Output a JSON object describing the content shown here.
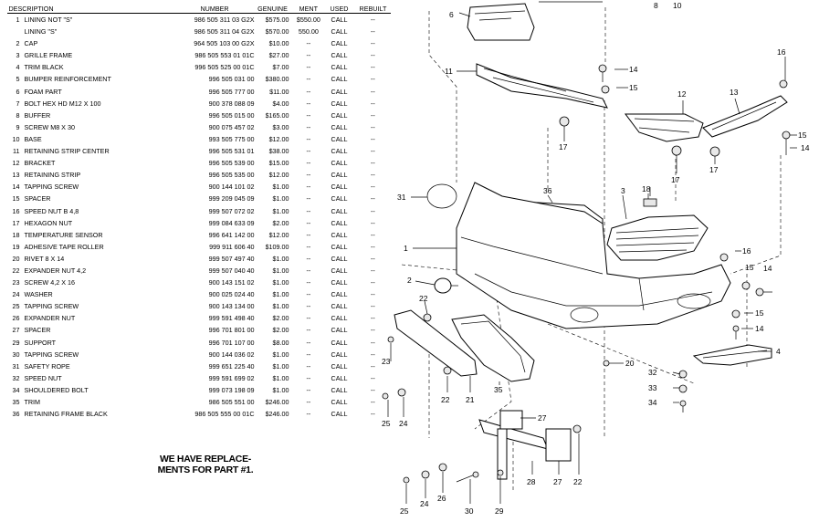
{
  "table": {
    "headers": [
      "DESCRIPTION",
      "NUMBER",
      "GENUINE",
      "MENT",
      "USED",
      "REBUILT"
    ],
    "rows": [
      {
        "no": "1",
        "desc": "LINING NOT \"S\"",
        "number": "986 505 311 03 G2X",
        "genuine": "$575.00",
        "ment": "$550.00",
        "used": "CALL",
        "rebuilt": "--"
      },
      {
        "no": "",
        "desc": "LINING \"S\"",
        "number": "986 505 311 04 G2X",
        "genuine": "$570.00",
        "ment": "550.00",
        "used": "CALL",
        "rebuilt": "--"
      },
      {
        "no": "2",
        "desc": "CAP",
        "number": "964 505 103 00 G2X",
        "genuine": "$10.00",
        "ment": "--",
        "used": "CALL",
        "rebuilt": "--"
      },
      {
        "no": "3",
        "desc": "GRILLE FRAME",
        "number": "986 505 553 01 01C",
        "genuine": "$27.00",
        "ment": "--",
        "used": "CALL",
        "rebuilt": "--"
      },
      {
        "no": "4",
        "desc": "TRIM BLACK",
        "number": "996 505 525 00 01C",
        "genuine": "$7.00",
        "ment": "--",
        "used": "CALL",
        "rebuilt": "--"
      },
      {
        "no": "5",
        "desc": "BUMPER REINFORCEMENT",
        "number": "996 505 031 00",
        "genuine": "$380.00",
        "ment": "--",
        "used": "CALL",
        "rebuilt": "--"
      },
      {
        "no": "6",
        "desc": "FOAM PART",
        "number": "996 505 777 00",
        "genuine": "$11.00",
        "ment": "--",
        "used": "CALL",
        "rebuilt": "--"
      },
      {
        "no": "7",
        "desc": "BOLT HEX HD M12 X 100",
        "number": "900 378 088 09",
        "genuine": "$4.00",
        "ment": "--",
        "used": "CALL",
        "rebuilt": "--"
      },
      {
        "no": "8",
        "desc": "BUFFER",
        "number": "996 505 015 00",
        "genuine": "$165.00",
        "ment": "--",
        "used": "CALL",
        "rebuilt": "--"
      },
      {
        "no": "9",
        "desc": "SCREW M8 X 30",
        "number": "900 075 457 02",
        "genuine": "$3.00",
        "ment": "--",
        "used": "CALL",
        "rebuilt": "--"
      },
      {
        "no": "10",
        "desc": "BASE",
        "number": "993 505 775 00",
        "genuine": "$12.00",
        "ment": "--",
        "used": "CALL",
        "rebuilt": "--"
      },
      {
        "no": "11",
        "desc": "RETAINING STRIP CENTER",
        "number": "996 505 531 01",
        "genuine": "$38.00",
        "ment": "--",
        "used": "CALL",
        "rebuilt": "--"
      },
      {
        "no": "12",
        "desc": "BRACKET",
        "number": "996 505 539 00",
        "genuine": "$15.00",
        "ment": "--",
        "used": "CALL",
        "rebuilt": "--"
      },
      {
        "no": "13",
        "desc": "RETAINING STRIP",
        "number": "996 505 535 00",
        "genuine": "$12.00",
        "ment": "--",
        "used": "CALL",
        "rebuilt": "--"
      },
      {
        "no": "14",
        "desc": "TAPPING SCREW",
        "number": "900 144 101 02",
        "genuine": "$1.00",
        "ment": "--",
        "used": "CALL",
        "rebuilt": "--"
      },
      {
        "no": "15",
        "desc": "SPACER",
        "number": "999 209 045 09",
        "genuine": "$1.00",
        "ment": "--",
        "used": "CALL",
        "rebuilt": "--"
      },
      {
        "no": "16",
        "desc": "SPEED NUT B 4,8",
        "number": "999 507 072 02",
        "genuine": "$1.00",
        "ment": "--",
        "used": "CALL",
        "rebuilt": "--"
      },
      {
        "no": "17",
        "desc": "HEXAGON NUT",
        "number": "999 084 633 09",
        "genuine": "$2.00",
        "ment": "--",
        "used": "CALL",
        "rebuilt": "--"
      },
      {
        "no": "18",
        "desc": "TEMPERATURE SENSOR",
        "number": "996 641 142 00",
        "genuine": "$12.00",
        "ment": "--",
        "used": "CALL",
        "rebuilt": "--"
      },
      {
        "no": "19",
        "desc": "ADHESIVE TAPE ROLLER",
        "number": "999 911 606 40",
        "genuine": "$109.00",
        "ment": "--",
        "used": "CALL",
        "rebuilt": "--"
      },
      {
        "no": "20",
        "desc": "RIVET 8 X 14",
        "number": "999 507 497 40",
        "genuine": "$1.00",
        "ment": "--",
        "used": "CALL",
        "rebuilt": "--"
      },
      {
        "no": "22",
        "desc": "EXPANDER NUT 4,2",
        "number": "999 507 040 40",
        "genuine": "$1.00",
        "ment": "--",
        "used": "CALL",
        "rebuilt": "--"
      },
      {
        "no": "23",
        "desc": "SCREW 4,2 X 16",
        "number": "900 143 151 02",
        "genuine": "$1.00",
        "ment": "--",
        "used": "CALL",
        "rebuilt": "--"
      },
      {
        "no": "24",
        "desc": "WASHER",
        "number": "900 025 024 40",
        "genuine": "$1.00",
        "ment": "--",
        "used": "CALL",
        "rebuilt": "--"
      },
      {
        "no": "25",
        "desc": "TAPPING SCREW",
        "number": "900 143 134 00",
        "genuine": "$1.00",
        "ment": "--",
        "used": "CALL",
        "rebuilt": "--"
      },
      {
        "no": "26",
        "desc": "EXPANDER NUT",
        "number": "999 591 498 40",
        "genuine": "$2.00",
        "ment": "--",
        "used": "CALL",
        "rebuilt": "--"
      },
      {
        "no": "27",
        "desc": "SPACER",
        "number": "996 701 801 00",
        "genuine": "$2.00",
        "ment": "--",
        "used": "CALL",
        "rebuilt": "--"
      },
      {
        "no": "29",
        "desc": "SUPPORT",
        "number": "996 701 107 00",
        "genuine": "$8.00",
        "ment": "--",
        "used": "CALL",
        "rebuilt": "--"
      },
      {
        "no": "30",
        "desc": "TAPPING SCREW",
        "number": "900 144 036 02",
        "genuine": "$1.00",
        "ment": "--",
        "used": "CALL",
        "rebuilt": "--"
      },
      {
        "no": "31",
        "desc": "SAFETY ROPE",
        "number": "999 651 225 40",
        "genuine": "$1.00",
        "ment": "--",
        "used": "CALL",
        "rebuilt": "--"
      },
      {
        "no": "32",
        "desc": "SPEED NUT",
        "number": "999 591 699 02",
        "genuine": "$1.00",
        "ment": "--",
        "used": "CALL",
        "rebuilt": "--"
      },
      {
        "no": "34",
        "desc": "SHOULDERED BOLT",
        "number": "999 073 198 09",
        "genuine": "$1.00",
        "ment": "--",
        "used": "CALL",
        "rebuilt": "--"
      },
      {
        "no": "35",
        "desc": "TRIM",
        "number": "986 505 551 00",
        "genuine": "$246.00",
        "ment": "--",
        "used": "CALL",
        "rebuilt": "--"
      },
      {
        "no": "36",
        "desc": "RETAINING FRAME BLACK",
        "number": "986 505 555 00 01C",
        "genuine": "$246.00",
        "ment": "--",
        "used": "CALL",
        "rebuilt": "--"
      }
    ]
  },
  "notice": {
    "line1": "WE HAVE REPLACE-",
    "line2": "MENTS FOR PART #1."
  },
  "diagram": {
    "callouts": [
      {
        "id": "6",
        "text": "6"
      },
      {
        "id": "8",
        "text": "8"
      },
      {
        "id": "10",
        "text": "10"
      },
      {
        "id": "11",
        "text": "11"
      },
      {
        "id": "14a",
        "text": "14"
      },
      {
        "id": "15a",
        "text": "15"
      },
      {
        "id": "12",
        "text": "12"
      },
      {
        "id": "13",
        "text": "13"
      },
      {
        "id": "16a",
        "text": "16"
      },
      {
        "id": "15b",
        "text": "15"
      },
      {
        "id": "14b",
        "text": "14"
      },
      {
        "id": "17a",
        "text": "17"
      },
      {
        "id": "17b",
        "text": "17"
      },
      {
        "id": "17c",
        "text": "17"
      },
      {
        "id": "31",
        "text": "31"
      },
      {
        "id": "36",
        "text": "36"
      },
      {
        "id": "3",
        "text": "3"
      },
      {
        "id": "18",
        "text": "18"
      },
      {
        "id": "1",
        "text": "1"
      },
      {
        "id": "16b",
        "text": "16"
      },
      {
        "id": "15c",
        "text": "15"
      },
      {
        "id": "14c",
        "text": "14"
      },
      {
        "id": "2",
        "text": "2"
      },
      {
        "id": "22a",
        "text": "22"
      },
      {
        "id": "15d",
        "text": "15"
      },
      {
        "id": "14d",
        "text": "14"
      },
      {
        "id": "4",
        "text": "4"
      },
      {
        "id": "23",
        "text": "23"
      },
      {
        "id": "20",
        "text": "20"
      },
      {
        "id": "22b",
        "text": "22"
      },
      {
        "id": "21",
        "text": "21"
      },
      {
        "id": "35",
        "text": "35"
      },
      {
        "id": "32",
        "text": "32"
      },
      {
        "id": "33",
        "text": "33"
      },
      {
        "id": "34",
        "text": "34"
      },
      {
        "id": "25a",
        "text": "25"
      },
      {
        "id": "24a",
        "text": "24"
      },
      {
        "id": "27a",
        "text": "27"
      },
      {
        "id": "28",
        "text": "28"
      },
      {
        "id": "27b",
        "text": "27"
      },
      {
        "id": "22c",
        "text": "22"
      },
      {
        "id": "25b",
        "text": "25"
      },
      {
        "id": "24b",
        "text": "24"
      },
      {
        "id": "26",
        "text": "26"
      },
      {
        "id": "30",
        "text": "30"
      },
      {
        "id": "29",
        "text": "29"
      }
    ]
  }
}
